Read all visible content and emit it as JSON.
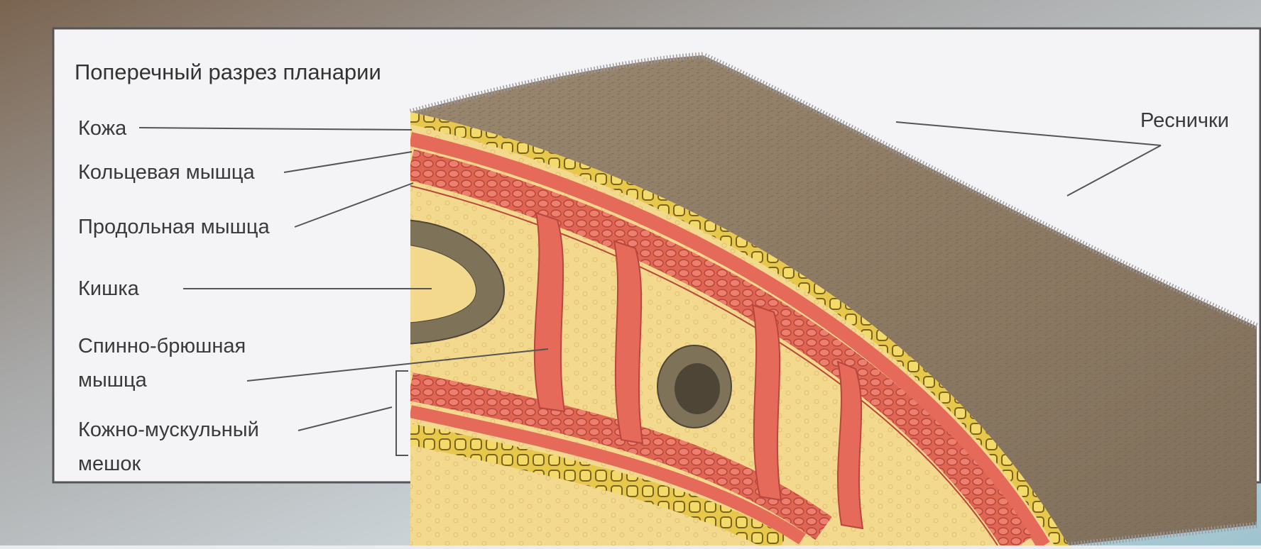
{
  "title": "Поперечный разрез планарии",
  "labels": {
    "skin": "Кожа",
    "circular_muscle": "Кольцевая мышца",
    "longitudinal_muscle": "Продольная мышца",
    "intestine": "Кишка",
    "dorsoventral_muscle_line1": "Спинно-брюшная",
    "dorsoventral_muscle_line2": "мышца",
    "musculocutaneous_sac_line1": "Кожно-мускульный",
    "musculocutaneous_sac_line2": "мешок",
    "cilia": "Реснички"
  },
  "colors": {
    "frame_border": "#555555",
    "frame_fill": "#f4f4f6",
    "leader_line": "#555555",
    "dorsal_surface": "#8f7d68",
    "cilia": "#9c9aa0",
    "skin_cells": "#e8c84a",
    "skin_cell_edge": "#7a6420",
    "muscle_red": "#e56a5a",
    "muscle_dark": "#b8463c",
    "parenchyma": "#f3d98e",
    "intestine_wall": "#7e7258",
    "intestine_lumen": "#4e4536"
  }
}
